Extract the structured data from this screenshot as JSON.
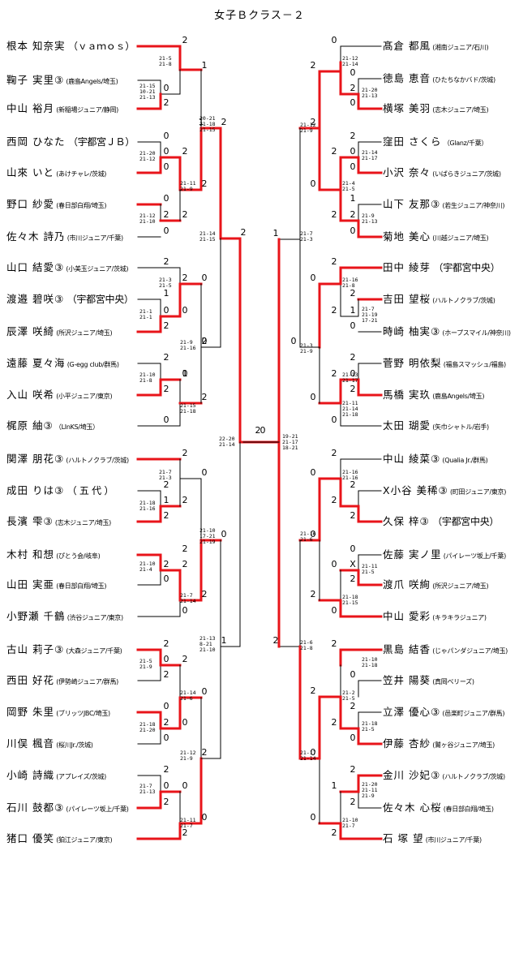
{
  "title": "女子Ｂクラス－２",
  "colors": {
    "win": "#e8141a",
    "line": "#000000"
  },
  "left_players": [
    {
      "name": "根本 知奈実",
      "club": "（ｖａｍｏｓ）",
      "club_big": true
    },
    {
      "name": "鞠子 実里③",
      "club": "(鹿島Angels/埼玉)"
    },
    {
      "name": "中山 裕月",
      "club": "(新稲場ジュニア/静岡)"
    },
    {
      "name": "西岡 ひなた",
      "club": "（宇都宮ＪＢ）",
      "club_big": true
    },
    {
      "name": "山來 いと",
      "club": "(あけチャレ/茨城)"
    },
    {
      "name": "野口 紗愛",
      "club": "(春日部白翔/埼玉)"
    },
    {
      "name": "佐々木 詩乃",
      "club": "(市川ジュニア/千葉)"
    },
    {
      "name": "山口 結愛③",
      "club": "(小美玉ジュニア/茨城)"
    },
    {
      "name": "渡邉 碧咲③",
      "club": "（宇都宮中央）",
      "club_big": true
    },
    {
      "name": "辰澤 咲綺",
      "club": "(所沢ジュニア/埼玉)"
    },
    {
      "name": "遠藤 夏々海",
      "club": "(G-egg club/群馬)"
    },
    {
      "name": "入山 咲希",
      "club": "(小平ジュニア/東京)"
    },
    {
      "name": "梶原 紬③",
      "club": "（LInKS/埼玉）"
    },
    {
      "name": "関澤 朋花③",
      "club": "(ハルトノクラブ/茨城)"
    },
    {
      "name": "成田 りは③",
      "club": "（ 五 代 ）",
      "club_big": true
    },
    {
      "name": "長濱 雫③",
      "club": "(志木ジュニア/埼玉)"
    },
    {
      "name": "木村 和想",
      "club": "(ぴとう会/岐阜)"
    },
    {
      "name": "山田 実亜",
      "club": "(春日部白翔/埼玉)"
    },
    {
      "name": "小野瀬 千鶴",
      "club": "(渋谷ジュニア/東京)"
    },
    {
      "name": "古山 莉子③",
      "club": "(大森ジュニア/千葉)"
    },
    {
      "name": "西田 好花",
      "club": "(伊勢崎ジュニア/群馬)"
    },
    {
      "name": "岡野 朱里",
      "club": "(ブリッツJBC/埼玉)"
    },
    {
      "name": "川俣 楓音",
      "club": "(桜川Jr./茨城)"
    },
    {
      "name": "小崎 詩織",
      "club": "(アプレイズ/茨城)"
    },
    {
      "name": "石川 鼓都③",
      "club": "(パイレーツ坂上/千葉)"
    },
    {
      "name": "猪口 優笑",
      "club": "(狛江ジュニア/東京)"
    }
  ],
  "right_players": [
    {
      "name": "髙倉 都風",
      "club": "(湘南ジュニア/石川)"
    },
    {
      "name": "徳島 恵音",
      "club": "(ひたちなかバド/茨城)"
    },
    {
      "name": "横塚 美羽",
      "club": "(志木ジュニア/埼玉)"
    },
    {
      "name": "窪田 さくら",
      "club": "（Glanz/千葉）"
    },
    {
      "name": "小沢 奈々",
      "club": "(いばらきジュニア/茨城)"
    },
    {
      "name": "山下 友那③",
      "club": "(若生ジュニア/神奈川)"
    },
    {
      "name": "菊地 美心",
      "club": "(川越ジュニア/埼玉)"
    },
    {
      "name": "田中 綾芽",
      "club": "（宇都宮中央）",
      "club_big": true
    },
    {
      "name": "吉田 望桜",
      "club": "(ハルトノクラブ/茨城)"
    },
    {
      "name": "時崎 柚実③",
      "club": "(ホープスマイル/神奈川)"
    },
    {
      "name": "菅野 明依梨",
      "club": "(福島スマッシュ/福島)"
    },
    {
      "name": "馬橋 実玖",
      "club": "(鹿島Angels/埼玉)"
    },
    {
      "name": "太田 瑚愛",
      "club": "(矢巾シャトル/岩手)"
    },
    {
      "name": "中山 綾菜③",
      "club": "(Qualia Jr./群馬)"
    },
    {
      "name": "X小谷 美稀③",
      "club": "(町田ジュニア/東京)"
    },
    {
      "name": "久保 梓③",
      "club": "（宇都宮中央）",
      "club_big": true
    },
    {
      "name": "佐藤 実ノ里",
      "club": "(パイレーツ坂上/千葉)"
    },
    {
      "name": "渡爪 咲絢",
      "club": "(所沢ジュニア/埼玉)"
    },
    {
      "name": "中山 愛彩",
      "club": "(キラキラジュニア)"
    },
    {
      "name": "黒島 結香",
      "club": "(じゃパンダジュニア/埼玉)"
    },
    {
      "name": "笠井 陽葵",
      "club": "(真岡ベリーズ)"
    },
    {
      "name": "立澤 優心③",
      "club": "(邑楽町ジュニア/群馬)"
    },
    {
      "name": "伊藤 杏紗",
      "club": "(鷲ヶ谷ジュニア/埼玉)"
    },
    {
      "name": "金川 沙妃③",
      "club": "(ハルトノクラブ/茨城)"
    },
    {
      "name": "佐々木 心桜",
      "club": "(春日部白翔/埼玉)"
    },
    {
      "name": "石 塚 望",
      "club": "(市川ジュニア/千葉)"
    }
  ],
  "round_numbers": [
    "2",
    "1",
    "0",
    "1",
    "2",
    "2",
    "0",
    "0",
    "0",
    "2",
    "2",
    "0",
    "2",
    "0",
    "2",
    "2",
    "0",
    "2",
    "2",
    "1",
    "0",
    "2",
    "0",
    "0",
    "2",
    "1",
    "2",
    "2",
    "0",
    "2",
    "0",
    "2",
    "0",
    "2",
    "2",
    "0",
    "1",
    "2",
    "2",
    "0",
    "2",
    "2",
    "0",
    "2",
    "2",
    "0",
    "2",
    "0",
    "2",
    "2",
    "1",
    "0",
    "0",
    "2",
    "0",
    "0",
    "2",
    "2",
    "0",
    "2",
    "0",
    "0",
    "2",
    "0",
    "2",
    "0",
    "2",
    "0",
    "2",
    "2",
    "0",
    "0",
    "2",
    "0",
    "1",
    "2",
    "0",
    "2",
    "1",
    "2",
    "0",
    "2",
    "1",
    "0",
    "2",
    "0",
    "2",
    "0",
    "2",
    "2",
    "0",
    "0",
    "2",
    "2",
    "0",
    "2",
    "2",
    "2",
    "0",
    "0",
    "X",
    "2",
    "0",
    "2",
    "0",
    "2",
    "2",
    "0",
    "2",
    "0",
    "2",
    "0",
    "2",
    "2",
    "1",
    "0",
    "2",
    "0",
    "2",
    "0",
    "2",
    "0",
    "2",
    "2",
    "0"
  ],
  "score_labels": [
    "21-5",
    "21-8",
    "21-15",
    "10-21",
    "21-13",
    "20-21",
    "21-18",
    "21-15",
    "21-20",
    "21-12",
    "21-11",
    "21-9",
    "21-12",
    "21-10",
    "21-14",
    "21-15",
    "21-3",
    "21-5",
    "21-1",
    "21-1",
    "21-9",
    "21-16",
    "21-10",
    "21-8",
    "21-15",
    "21-18",
    "22-20",
    "21-14",
    "21-7",
    "21-3",
    "21-18",
    "21-16",
    "21-10",
    "17-21",
    "21-19",
    "21-10",
    "21-4",
    "21-7",
    "21-14",
    "21-13",
    "8-21",
    "21-10",
    "21-5",
    "21-9",
    "21-14",
    "21-6",
    "21-18",
    "21-20",
    "21-12",
    "21-9",
    "21-7",
    "21-13",
    "21-11",
    "21-7",
    "21-12",
    "21-14",
    "21-20",
    "21-13",
    "21-12",
    "21-9",
    "21-14",
    "21-17",
    "21-4",
    "21-5",
    "21-9",
    "21-13",
    "21-7",
    "21-3",
    "21-16",
    "21-8",
    "21-7",
    "21-19",
    "17-21",
    "21-3",
    "21-9",
    "21-13",
    "21-17",
    "21-11",
    "21-14",
    "21-18",
    "19-21",
    "21-17",
    "18-21",
    "21-16",
    "21-16",
    "21-16",
    "21-6",
    "21-11",
    "21-5",
    "21-18",
    "21-15",
    "21-6",
    "21-8",
    "21-10",
    "21-18",
    "21-2",
    "21-5",
    "21-18",
    "21-5",
    "21-17",
    "21-14",
    "21-20",
    "21-11",
    "21-9",
    "21-10",
    "21-7"
  ]
}
